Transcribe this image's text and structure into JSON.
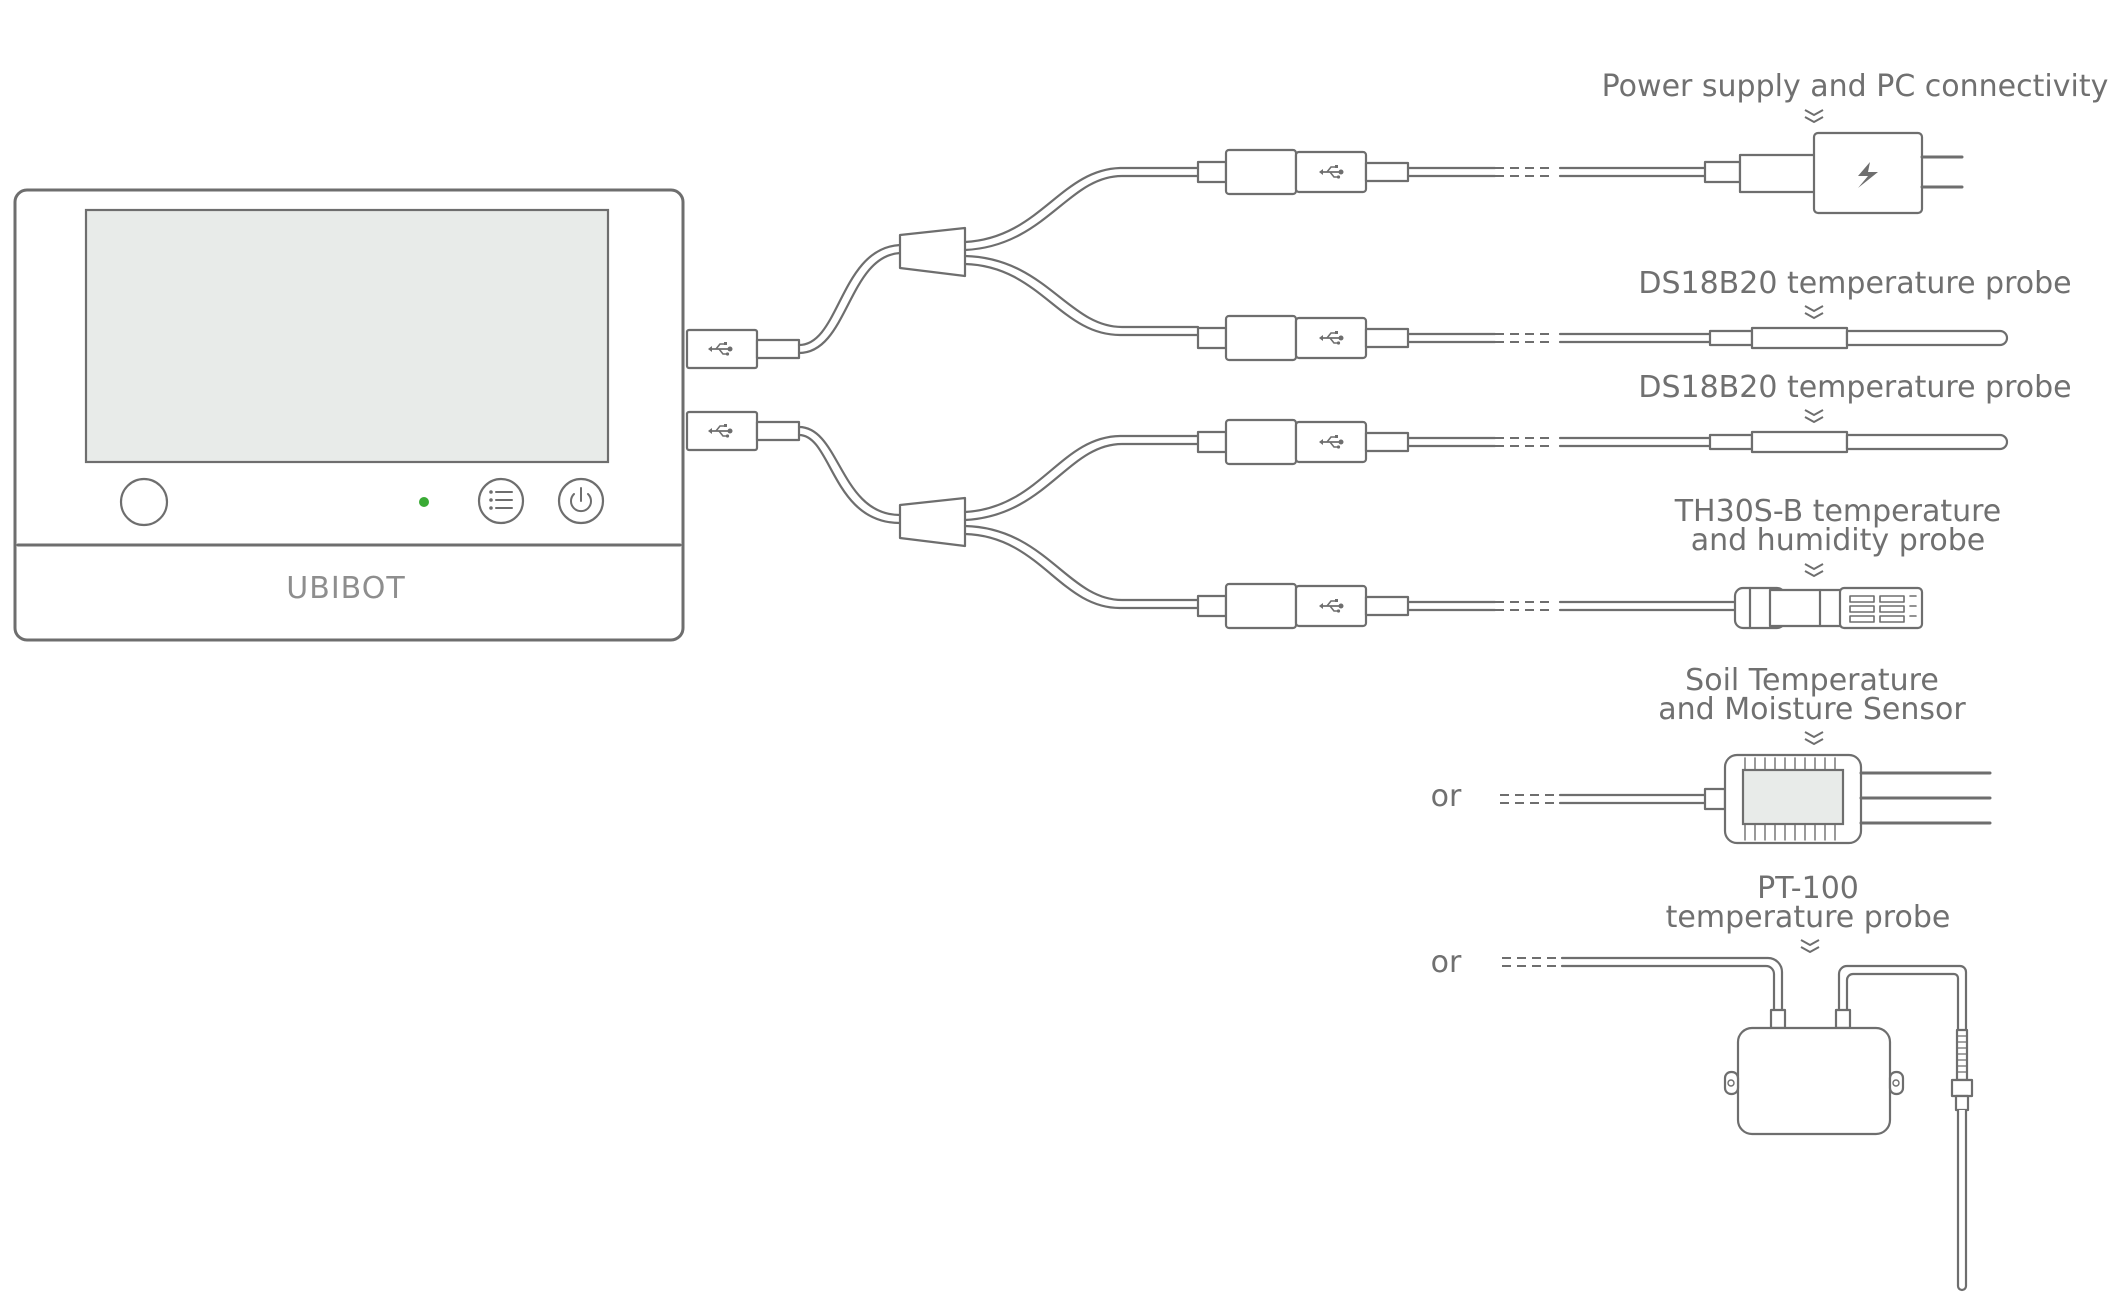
{
  "device": {
    "brand": "UBIBOT",
    "screen_color": "#e8ebe9",
    "led_color": "#3aaa35"
  },
  "labels": {
    "power": "Power supply and PC connectivity",
    "ds18b20_a": "DS18B20 temperature probe",
    "ds18b20_b": "DS18B20 temperature probe",
    "th30s_line1": "TH30S-B temperature",
    "th30s_line2": "and humidity probe",
    "soil_line1": "Soil Temperature",
    "soil_line2": "and Moisture Sensor",
    "pt100_line1": "PT-100",
    "pt100_line2": "temperature probe",
    "or_1": "or",
    "or_2": "or"
  },
  "icons": {
    "port": "usb-icon",
    "power": "lightning-icon",
    "menu": "menu-icon",
    "power_button": "power-icon"
  },
  "stroke_color": "#6e6e6e",
  "text_color": "#707070"
}
